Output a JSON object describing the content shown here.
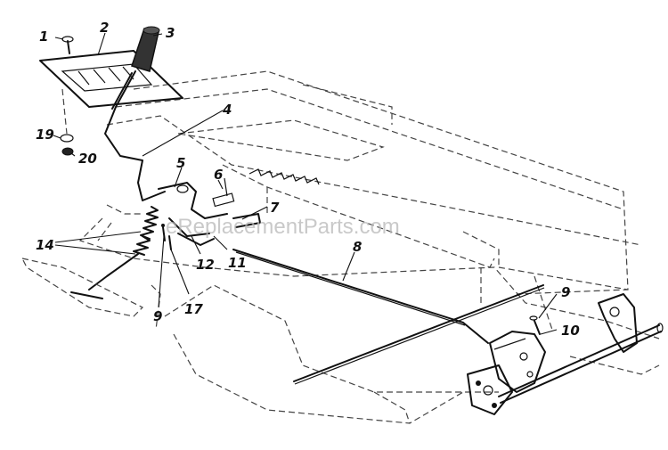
{
  "watermark": "eReplacementParts.com",
  "callouts": {
    "c1": "1",
    "c2": "2",
    "c3": "3",
    "c4": "4",
    "c5": "5",
    "c6": "6",
    "c7": "7",
    "c8": "8",
    "c9a": "9",
    "c9b": "9",
    "c10": "10",
    "c11": "11",
    "c12": "12",
    "c14": "14",
    "c17": "17",
    "c19": "19",
    "c20": "20"
  }
}
